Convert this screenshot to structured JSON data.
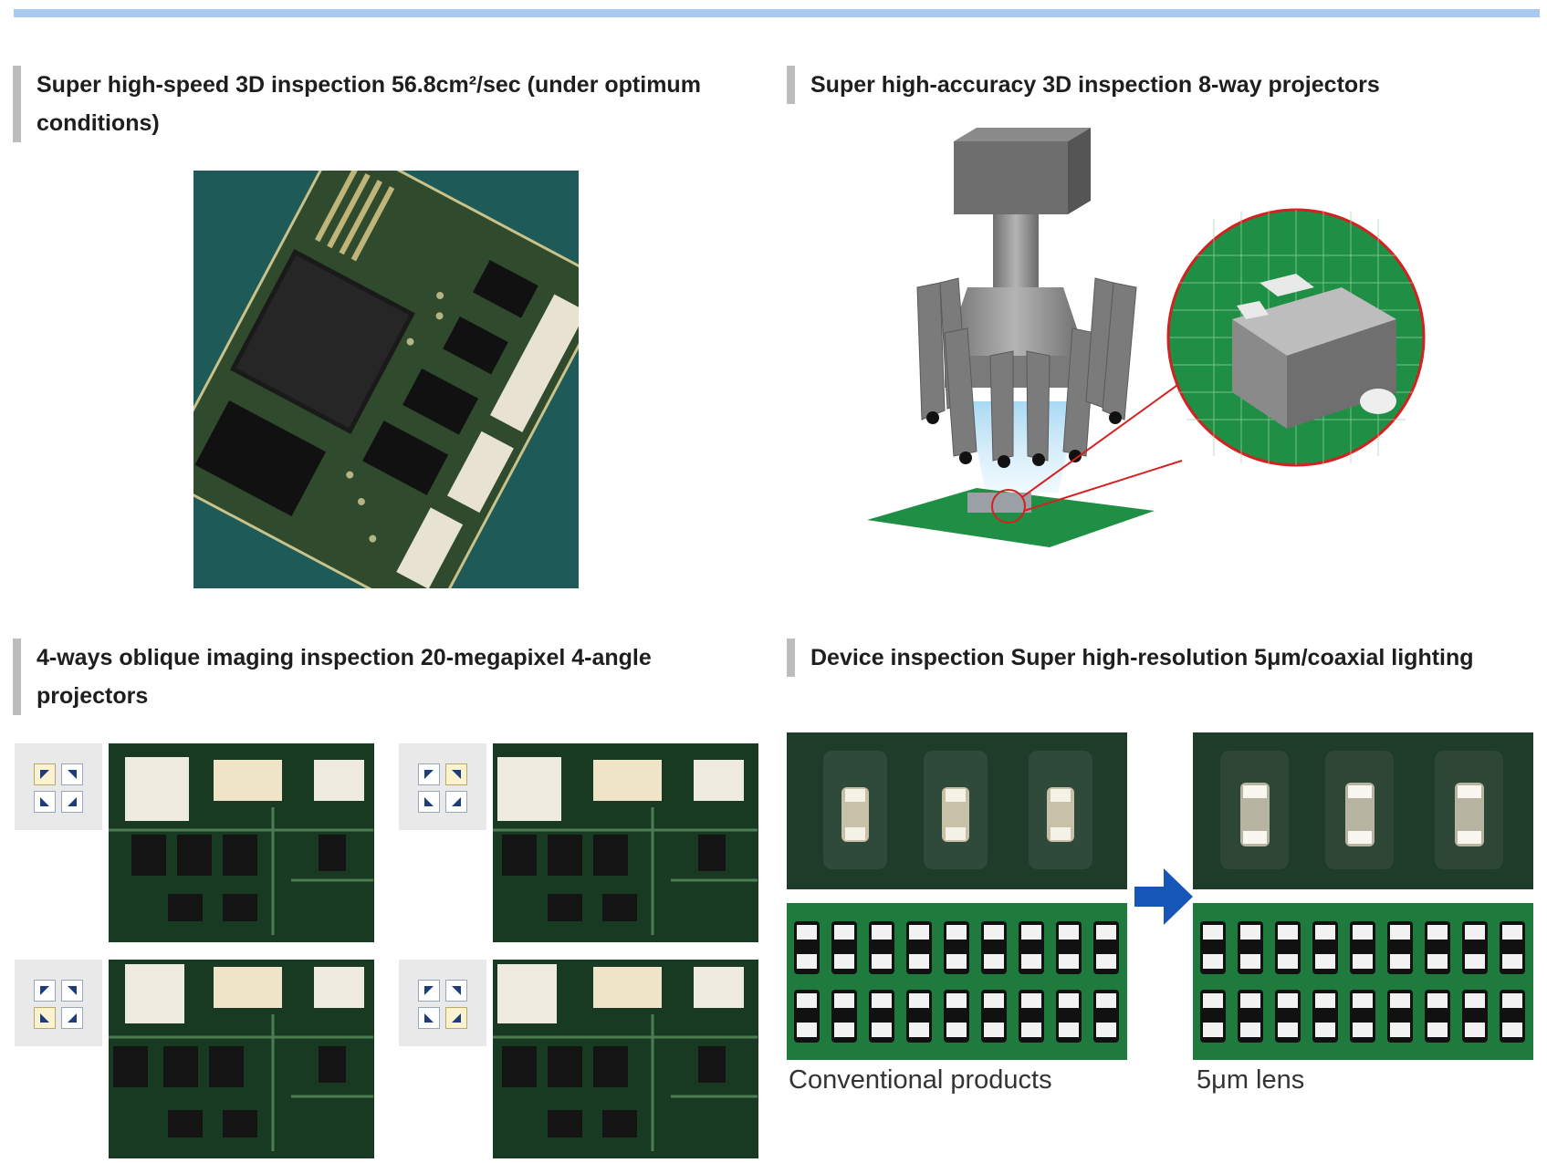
{
  "sections": {
    "speed": {
      "title": "Super high-speed 3D inspection 56.8cm²/sec (under optimum conditions)"
    },
    "accuracy": {
      "title": "Super high-accuracy 3D inspection 8-way projectors"
    },
    "oblique": {
      "title": "4-ways oblique imaging inspection 20-megapixel 4-angle projectors",
      "panels": [
        {
          "selected": "up-left"
        },
        {
          "selected": "up-right"
        },
        {
          "selected": "down-left"
        },
        {
          "selected": "down-right"
        }
      ]
    },
    "device": {
      "title": "Device inspection Super high-resolution 5μm/coaxial lighting",
      "left_caption": "Conventional products",
      "right_caption": "5μm lens"
    }
  },
  "colors": {
    "accent": "#a9c9ee",
    "heading_bar": "#bdbdbd",
    "pcb_green": "#1f8a4a",
    "arrow_blue": "#1656b8",
    "highlight_red": "#d42020"
  }
}
